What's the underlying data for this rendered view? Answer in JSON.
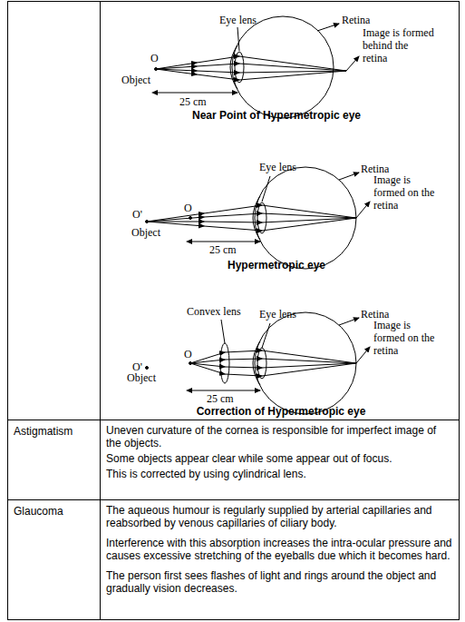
{
  "diagram": {
    "labels": [
      "Eye lens",
      "Retina",
      "Image is formed behind the retina",
      "O",
      "Object",
      "25 cm",
      "Near Point of Hypermetropic eye",
      "Eye lens",
      "Retina",
      "Image is formed on the retina",
      "O'",
      "O",
      "Object",
      "25 cm",
      "Hypermetropic eye",
      "Convex lens",
      "Eye lens",
      "Retina",
      "Image is formed on the retina",
      "O'",
      "O",
      "Object",
      "25 cm",
      "Correction of Hypermetropic eye",
      "Astigmatism",
      "Uneven curvature of the cornea is responsible for imperfect image of the objects.",
      "Some objects appear clear while some appear out of focus.",
      "This is corrected by using cylindrical lens.",
      "Glaucoma",
      "The aqueous humour is regularly supplied by arterial capillaries and reabsorbed by venous capillaries of ciliary body.",
      "Interference with this absorption increases the intra-ocular pressure and causes excessive stretching of the eyeballs due which it becomes hard.",
      "The person first sees flashes of light and rings around the object and gradually vision decreases."
    ]
  }
}
